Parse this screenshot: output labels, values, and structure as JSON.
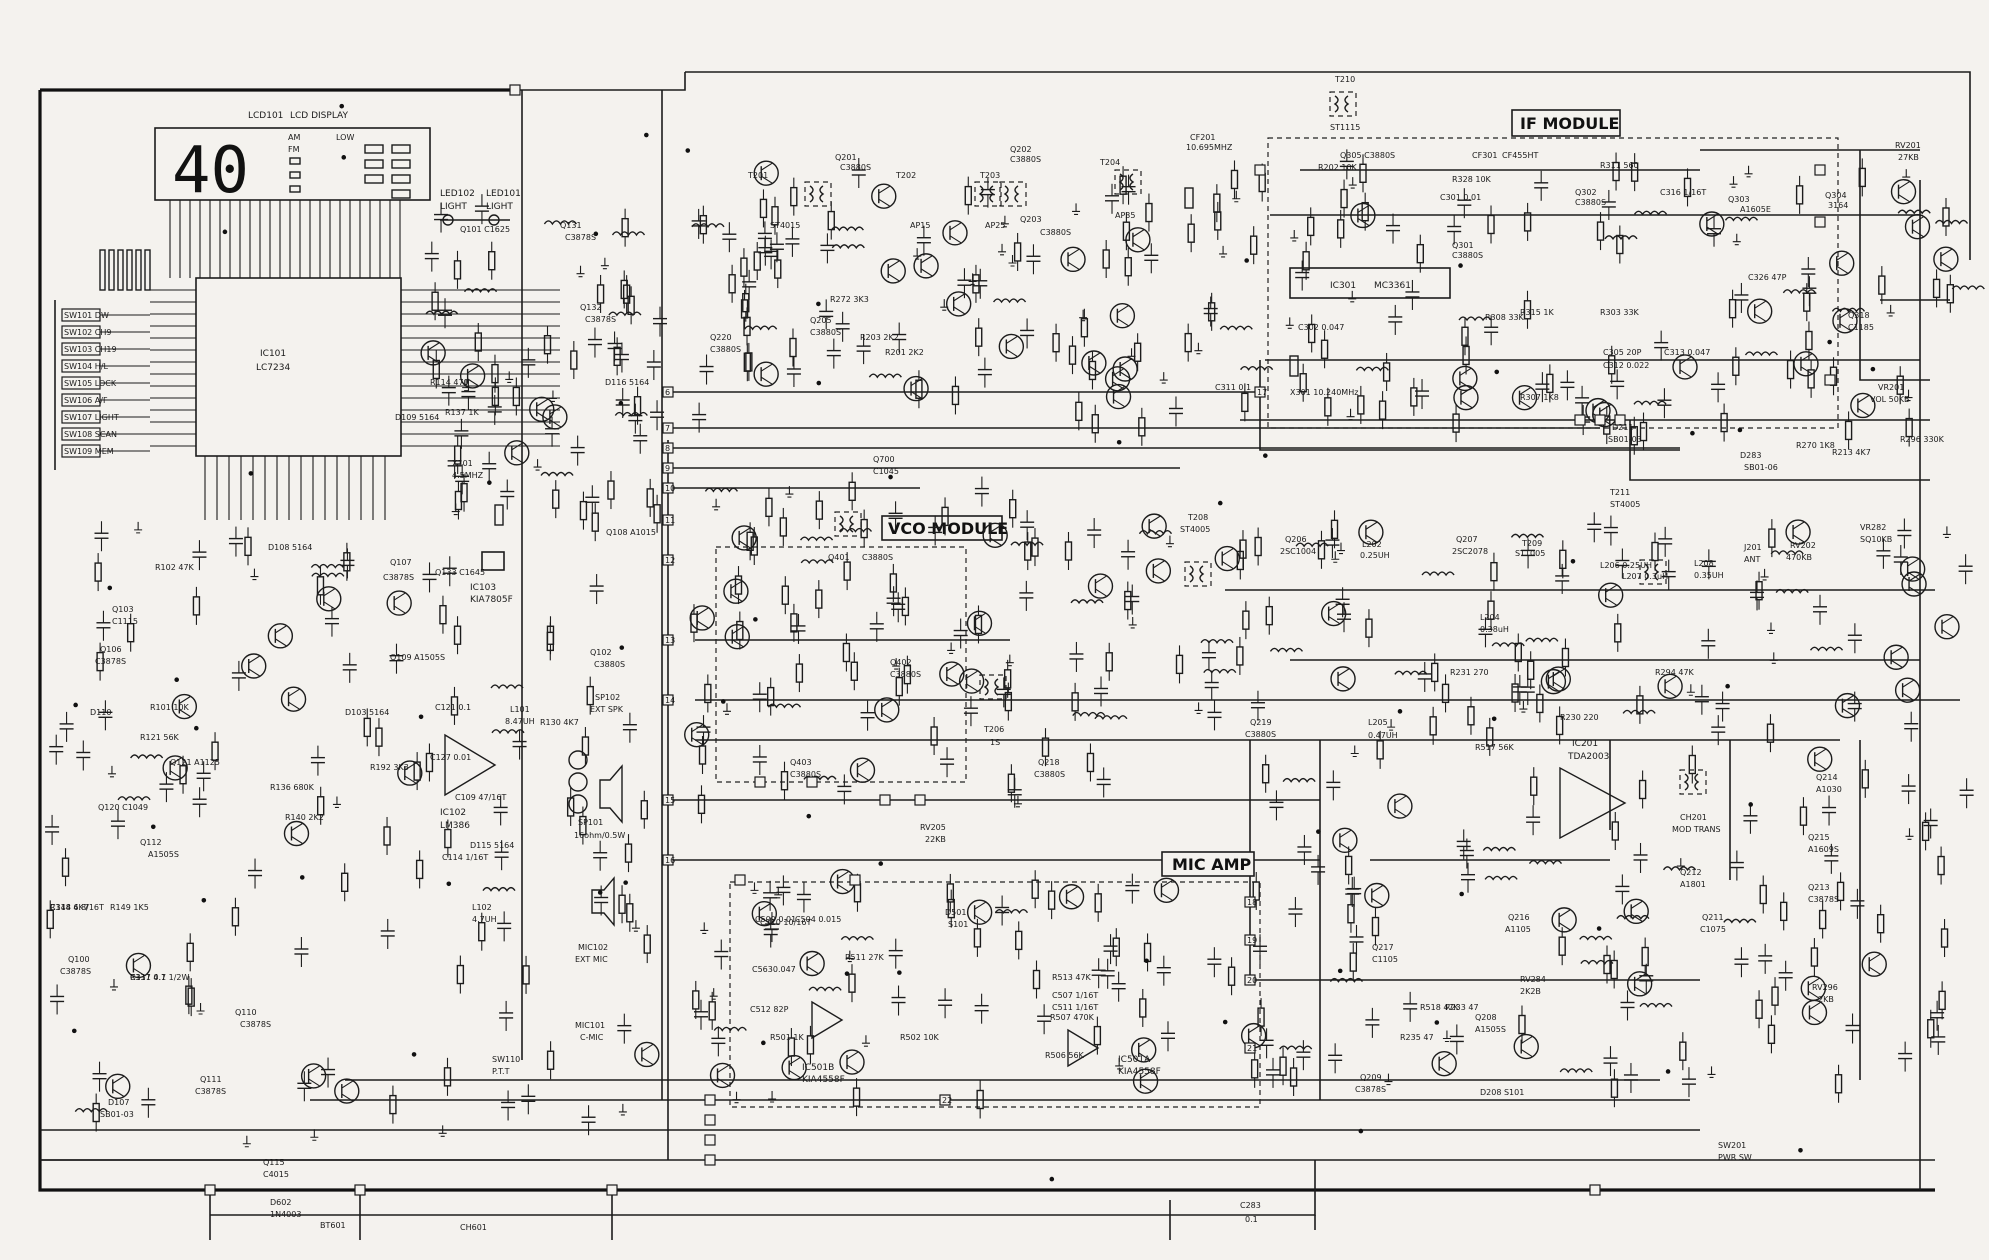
{
  "lcd": {
    "ref": "LCD101",
    "name": "LCD DISPLAY",
    "digits": "40",
    "ann": [
      "AM",
      "FM",
      "LOW"
    ]
  },
  "leds": [
    {
      "ref": "LED102",
      "label": "LIGHT"
    },
    {
      "ref": "LED101",
      "label": "LIGHT"
    }
  ],
  "modules": {
    "if": "IF MODULE",
    "vco": "VCO MODULE",
    "mic": "MIC AMP"
  },
  "ics": {
    "ic101": {
      "ref": "IC101",
      "part": "LC7234"
    },
    "ic301": {
      "ref": "IC301",
      "part": "MC3361"
    },
    "ic102": {
      "ref": "IC102",
      "part": "LM386"
    },
    "ic201": {
      "ref": "IC201",
      "part": "TDA2003"
    },
    "ic501b": {
      "ref": "IC501B",
      "part": "KIA4558F"
    },
    "ic501a": {
      "ref": "IC501A",
      "part": "KIA4558F"
    },
    "ic103": {
      "ref": "IC103",
      "part": "KIA7805F"
    }
  },
  "switches": [
    "SW101 DW",
    "SW102 CH9",
    "SW103 CH19",
    "SW104 H/L",
    "SW105 LOCK",
    "SW106 A/F",
    "SW107 LIGHT",
    "SW108 SCAN",
    "SW109 MEM"
  ],
  "labels": [
    {
      "id": "x101",
      "t": "X101"
    },
    {
      "id": "x101f",
      "t": "4.5MHZ"
    },
    {
      "id": "cf201",
      "t": "CF201"
    },
    {
      "id": "cf201f",
      "t": "10.695MHZ"
    },
    {
      "id": "cf301",
      "t": "CF301"
    },
    {
      "id": "cf301b",
      "t": "CF455HT"
    },
    {
      "id": "x301",
      "t": "X301 10.240MHz"
    },
    {
      "id": "t201",
      "t": "T201"
    },
    {
      "id": "t201b",
      "t": "ST4015"
    },
    {
      "id": "t202",
      "t": "T202"
    },
    {
      "id": "t202b",
      "t": "AP15"
    },
    {
      "id": "t203",
      "t": "T203"
    },
    {
      "id": "t203b",
      "t": "AP25"
    },
    {
      "id": "t204",
      "t": "T204"
    },
    {
      "id": "t204b",
      "t": "AP35"
    },
    {
      "id": "t210",
      "t": "T210"
    },
    {
      "id": "t210b",
      "t": "ST1115"
    },
    {
      "id": "q201",
      "t": "Q201"
    },
    {
      "id": "q201b",
      "t": "C3880S"
    },
    {
      "id": "q202",
      "t": "Q202"
    },
    {
      "id": "q202b",
      "t": "C3880S"
    },
    {
      "id": "q203",
      "t": "Q203"
    },
    {
      "id": "q203b",
      "t": "C3880S"
    },
    {
      "id": "q205",
      "t": "Q205"
    },
    {
      "id": "q205b",
      "t": "C3880S"
    },
    {
      "id": "q220",
      "t": "Q220"
    },
    {
      "id": "q220b",
      "t": "C3880S"
    },
    {
      "id": "q301",
      "t": "Q301"
    },
    {
      "id": "q301b",
      "t": "C3880S"
    },
    {
      "id": "q302",
      "t": "Q302"
    },
    {
      "id": "q302b",
      "t": "C3880S"
    },
    {
      "id": "q303",
      "t": "Q303"
    },
    {
      "id": "q303b",
      "t": "A1605E"
    },
    {
      "id": "q305",
      "t": "Q305 C3880S"
    },
    {
      "id": "q131",
      "t": "Q131"
    },
    {
      "id": "q131b",
      "t": "C3878S"
    },
    {
      "id": "q132",
      "t": "Q132"
    },
    {
      "id": "q132b",
      "t": "C3878S"
    },
    {
      "id": "q101",
      "t": "Q101 C1625"
    },
    {
      "id": "q103",
      "t": "Q103"
    },
    {
      "id": "q103b",
      "t": "C1115"
    },
    {
      "id": "q106",
      "t": "Q106"
    },
    {
      "id": "q106b",
      "t": "C3878S"
    },
    {
      "id": "q108",
      "t": "Q108 A1015"
    },
    {
      "id": "q102",
      "t": "Q102"
    },
    {
      "id": "q102b",
      "t": "C3880S"
    },
    {
      "id": "q107",
      "t": "Q107"
    },
    {
      "id": "q107b",
      "t": "C3878S"
    },
    {
      "id": "q133",
      "t": "Q133 C1645"
    },
    {
      "id": "q109",
      "t": "Q109 A1505S"
    },
    {
      "id": "q112",
      "t": "Q112"
    },
    {
      "id": "q112b",
      "t": "A1505S"
    },
    {
      "id": "q121",
      "t": "Q121 A1125"
    },
    {
      "id": "q120",
      "t": "Q120 C1049"
    },
    {
      "id": "q100",
      "t": "Q100"
    },
    {
      "id": "q100b",
      "t": "C3878S"
    },
    {
      "id": "q110",
      "t": "Q110"
    },
    {
      "id": "q110b",
      "t": "C3878S"
    },
    {
      "id": "q111",
      "t": "Q111"
    },
    {
      "id": "q111b",
      "t": "C3878S"
    },
    {
      "id": "q115",
      "t": "Q115"
    },
    {
      "id": "q115b",
      "t": "C4015"
    },
    {
      "id": "q401",
      "t": "Q401"
    },
    {
      "id": "q401b",
      "t": "C3880S"
    },
    {
      "id": "q402",
      "t": "Q402"
    },
    {
      "id": "q402b",
      "t": "C3880S"
    },
    {
      "id": "q403",
      "t": "Q403"
    },
    {
      "id": "q403b",
      "t": "C3880S"
    },
    {
      "id": "q700",
      "t": "Q700"
    },
    {
      "id": "q700b",
      "t": "C1045"
    },
    {
      "id": "t208",
      "t": "T208"
    },
    {
      "id": "t208b",
      "t": "ST4005"
    },
    {
      "id": "q206",
      "t": "Q206"
    },
    {
      "id": "q206b",
      "t": "2SC1004"
    },
    {
      "id": "q207",
      "t": "Q207"
    },
    {
      "id": "q207b",
      "t": "2SC2078"
    },
    {
      "id": "t209",
      "t": "T209"
    },
    {
      "id": "t209b",
      "t": "ST1005"
    },
    {
      "id": "l202",
      "t": "L202"
    },
    {
      "id": "l202b",
      "t": "0.25UH"
    },
    {
      "id": "l206",
      "t": "L206 0.25UH"
    },
    {
      "id": "l207",
      "t": "L207 0.3uH"
    },
    {
      "id": "l208",
      "t": "L208"
    },
    {
      "id": "l208b",
      "t": "0.35UH"
    },
    {
      "id": "l204",
      "t": "L204"
    },
    {
      "id": "l204b",
      "t": "0.38uH"
    },
    {
      "id": "l205",
      "t": "L205"
    },
    {
      "id": "l205b",
      "t": "0.47UH"
    },
    {
      "id": "j201",
      "t": "J201"
    },
    {
      "id": "j201b",
      "t": "ANT"
    },
    {
      "id": "t206",
      "t": "T206"
    },
    {
      "id": "t206b",
      "t": "1S"
    },
    {
      "id": "q218",
      "t": "Q218"
    },
    {
      "id": "q218b",
      "t": "C3880S"
    },
    {
      "id": "q219",
      "t": "Q219"
    },
    {
      "id": "q219b",
      "t": "C3880S"
    },
    {
      "id": "rv205",
      "t": "RV205"
    },
    {
      "id": "rv205b",
      "t": "22KB"
    },
    {
      "id": "sp102",
      "t": "SP102"
    },
    {
      "id": "sp102b",
      "t": "EXT SPK"
    },
    {
      "id": "sp101",
      "t": "SP101"
    },
    {
      "id": "sp101b",
      "t": "16ohm/0.5W"
    },
    {
      "id": "l101",
      "t": "L101"
    },
    {
      "id": "l101b",
      "t": "8.47UH"
    },
    {
      "id": "mic102",
      "t": "MIC102"
    },
    {
      "id": "mic102b",
      "t": "EXT MIC"
    },
    {
      "id": "mic101",
      "t": "MIC101"
    },
    {
      "id": "mic101b",
      "t": "C-MIC"
    },
    {
      "id": "sw110",
      "t": "SW110"
    },
    {
      "id": "sw110b",
      "t": "P.T.T"
    },
    {
      "id": "l102",
      "t": "L102"
    },
    {
      "id": "l102b",
      "t": "4.7UH"
    },
    {
      "id": "d501",
      "t": "D501"
    },
    {
      "id": "d501b",
      "t": "S101"
    },
    {
      "id": "q217",
      "t": "Q217"
    },
    {
      "id": "q217b",
      "t": "C1105"
    },
    {
      "id": "q208",
      "t": "Q208"
    },
    {
      "id": "q208b",
      "t": "A1505S"
    },
    {
      "id": "q209",
      "t": "Q209"
    },
    {
      "id": "q209b",
      "t": "C3878S"
    },
    {
      "id": "q216",
      "t": "Q216"
    },
    {
      "id": "q216b",
      "t": "A1105"
    },
    {
      "id": "rv284",
      "t": "RV284"
    },
    {
      "id": "rv284b",
      "t": "2K2B"
    },
    {
      "id": "ch201",
      "t": "CH201"
    },
    {
      "id": "ch201b",
      "t": "MOD TRANS"
    },
    {
      "id": "q214",
      "t": "Q214"
    },
    {
      "id": "q214b",
      "t": "A1030"
    },
    {
      "id": "q215",
      "t": "Q215"
    },
    {
      "id": "q215b",
      "t": "A1609S"
    },
    {
      "id": "q212",
      "t": "Q212"
    },
    {
      "id": "q212b",
      "t": "A1801"
    },
    {
      "id": "q213",
      "t": "Q213"
    },
    {
      "id": "q213b",
      "t": "C3878S"
    },
    {
      "id": "q211",
      "t": "Q211"
    },
    {
      "id": "q211b",
      "t": "C1075"
    },
    {
      "id": "rv201",
      "t": "RV201"
    },
    {
      "id": "rv201b",
      "t": "27KB"
    },
    {
      "id": "vr201",
      "t": "VR201"
    },
    {
      "id": "vr201b",
      "t": "VOL 50KB"
    },
    {
      "id": "vr282",
      "t": "VR282"
    },
    {
      "id": "vr282b",
      "t": "SQ10KB"
    },
    {
      "id": "rv202",
      "t": "RV202"
    },
    {
      "id": "rv202b",
      "t": "470KB"
    },
    {
      "id": "rv296",
      "t": "RV296"
    },
    {
      "id": "rv296b",
      "t": "2KB"
    },
    {
      "id": "d211",
      "t": "D211"
    },
    {
      "id": "d211b",
      "t": "SB01-03"
    },
    {
      "id": "d283",
      "t": "D283"
    },
    {
      "id": "d283b",
      "t": "SB01-06"
    },
    {
      "id": "t211",
      "t": "T211"
    },
    {
      "id": "t211b",
      "t": "ST4005"
    },
    {
      "id": "q304",
      "t": "Q304"
    },
    {
      "id": "q304b",
      "t": "3164"
    },
    {
      "id": "q318",
      "t": "Q318"
    },
    {
      "id": "q318b",
      "t": "C1185"
    },
    {
      "id": "sw201",
      "t": "SW201"
    },
    {
      "id": "sw201b",
      "t": "PWR SW"
    },
    {
      "id": "bt601",
      "t": "BT601"
    },
    {
      "id": "d602",
      "t": "D602"
    },
    {
      "id": "d602b",
      "t": "1N4003"
    },
    {
      "id": "ch601",
      "t": "CH601"
    },
    {
      "id": "c283",
      "t": "C283"
    },
    {
      "id": "c283b",
      "t": "0.1"
    },
    {
      "id": "c5630",
      "t": "C5630.047"
    },
    {
      "id": "d108",
      "t": "D108 5164"
    },
    {
      "id": "d109",
      "t": "D109 5164"
    },
    {
      "id": "d115",
      "t": "D115 5164"
    },
    {
      "id": "d116",
      "t": "D116 5164"
    },
    {
      "id": "d103",
      "t": "D103 5164"
    },
    {
      "id": "d107",
      "t": "D107"
    },
    {
      "id": "d107b",
      "t": "SB01-03"
    },
    {
      "id": "d110",
      "t": "D110"
    },
    {
      "id": "d208",
      "t": "D208 S101"
    },
    {
      "id": "d208b",
      "t": "D208 S101"
    }
  ],
  "connector_numbers": [
    "6",
    "7",
    "8",
    "9",
    "10",
    "11",
    "12",
    "13",
    "14",
    "15",
    "16",
    "17",
    "18",
    "19",
    "20",
    "21",
    "22"
  ],
  "component_values": [
    "R131 4.7 1/2W",
    "R148 4K7",
    "R149 1K5",
    "R140 2K2",
    "R136 680K",
    "R192 3K3",
    "R101 10K",
    "R102 47K",
    "R121 56K",
    "R114 470",
    "R137 1K",
    "R130 4K7",
    "C121 0.1",
    "C127 0.01",
    "C109 47/16T",
    "C114 1/16T",
    "C110 10/16T",
    "R501 1K",
    "R502 10K",
    "R511 27K",
    "R513 47K",
    "C507 1/16T",
    "C511 1/16T",
    "R507 470K",
    "R506 56K",
    "C512 82P",
    "C509 0.01",
    "C504 0.015",
    "R517 56K",
    "R518 47K",
    "R235 47",
    "R233 47",
    "R230 220",
    "R231 270",
    "R294 47K",
    "R213 4K7",
    "R296 330K",
    "R270 1K8",
    "R272 3K3",
    "R201 2K2",
    "R203 2K2",
    "R202 10K",
    "R311 560",
    "R315 1K",
    "R303 33K",
    "R308 33K",
    "R307 1K8",
    "R328 10K",
    "C301 0.01",
    "C302 0.047",
    "C305 20P",
    "C312 0.022",
    "C313 0.047",
    "C326 47P",
    "C316 1/16T",
    "C311 0.1",
    "C317 0.1",
    "C314 6.8/16T"
  ]
}
